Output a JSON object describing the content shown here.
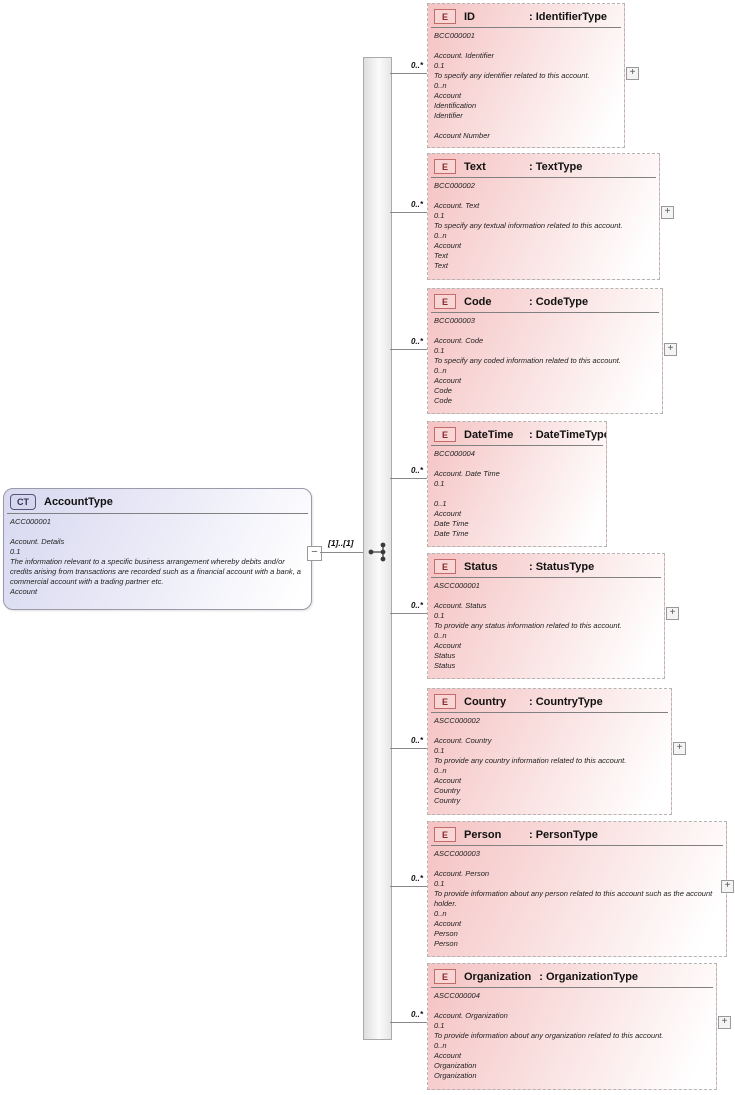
{
  "root_box": {
    "badge": "CT",
    "name": "AccountType",
    "lines": [
      "ACC000001",
      "",
      "Account. Details",
      "0.1",
      "The information relevant to a specific business arrangement whereby debits and/or credits arising from transactions are recorded such as a financial account with a bank, a commercial account with a trading partner etc.",
      "Account"
    ],
    "collapse_symbol": "−",
    "edge_label": "[1]..[1]"
  },
  "elements": [
    {
      "badge": "E",
      "name": "ID",
      "type": ": IdentifierType",
      "cardinality": "0..*",
      "expand_symbol": "+",
      "lines": [
        "BCC000001",
        "",
        "Account. Identifier",
        "0.1",
        "To specify any identifier related to this account.",
        "0..n",
        "Account",
        "Identification",
        "Identifier",
        "",
        "Account Number"
      ]
    },
    {
      "badge": "E",
      "name": "Text",
      "type": ": TextType",
      "cardinality": "0..*",
      "expand_symbol": "+",
      "lines": [
        "BCC000002",
        "",
        "Account. Text",
        "0.1",
        "To specify any textual information related to this account.",
        "0..n",
        "Account",
        "Text",
        "Text"
      ]
    },
    {
      "badge": "E",
      "name": "Code",
      "type": ": CodeType",
      "cardinality": "0..*",
      "expand_symbol": "+",
      "lines": [
        "BCC000003",
        "",
        "Account. Code",
        "0.1",
        "To specify any coded information related to this account.",
        "0..n",
        "Account",
        "Code",
        "Code"
      ]
    },
    {
      "badge": "E",
      "name": "DateTime",
      "type": ": DateTimeType",
      "cardinality": "0..*",
      "lines": [
        "BCC000004",
        "",
        "Account. Date Time",
        "0.1",
        "",
        "0..1",
        "Account",
        "Date Time",
        "Date Time"
      ]
    },
    {
      "badge": "E",
      "name": "Status",
      "type": ": StatusType",
      "cardinality": "0..*",
      "expand_symbol": "+",
      "lines": [
        "ASCC000001",
        "",
        "Account. Status",
        "0.1",
        "To provide any status information related to this account.",
        "0..n",
        "Account",
        "Status",
        "Status"
      ]
    },
    {
      "badge": "E",
      "name": "Country",
      "type": ": CountryType",
      "cardinality": "0..*",
      "expand_symbol": "+",
      "lines": [
        "ASCC000002",
        "",
        "Account. Country",
        "0.1",
        "To provide any country information related to this account.",
        "0..n",
        "Account",
        "Country",
        "Country"
      ]
    },
    {
      "badge": "E",
      "name": "Person",
      "type": ": PersonType",
      "cardinality": "0..*",
      "expand_symbol": "+",
      "lines": [
        "ASCC000003",
        "",
        "Account. Person",
        "0.1",
        "To provide information about any person related to this account such as the account holder.",
        "0..n",
        "Account",
        "Person",
        "Person"
      ]
    },
    {
      "badge": "E",
      "name": "Organization",
      "type": ": OrganizationType",
      "cardinality": "0..*",
      "expand_symbol": "+",
      "lines": [
        "ASCC000004",
        "",
        "Account. Organization",
        "0.1",
        "To provide information about any organization related to this account.",
        "0..n",
        "Account",
        "Organization",
        "Organization"
      ]
    }
  ]
}
